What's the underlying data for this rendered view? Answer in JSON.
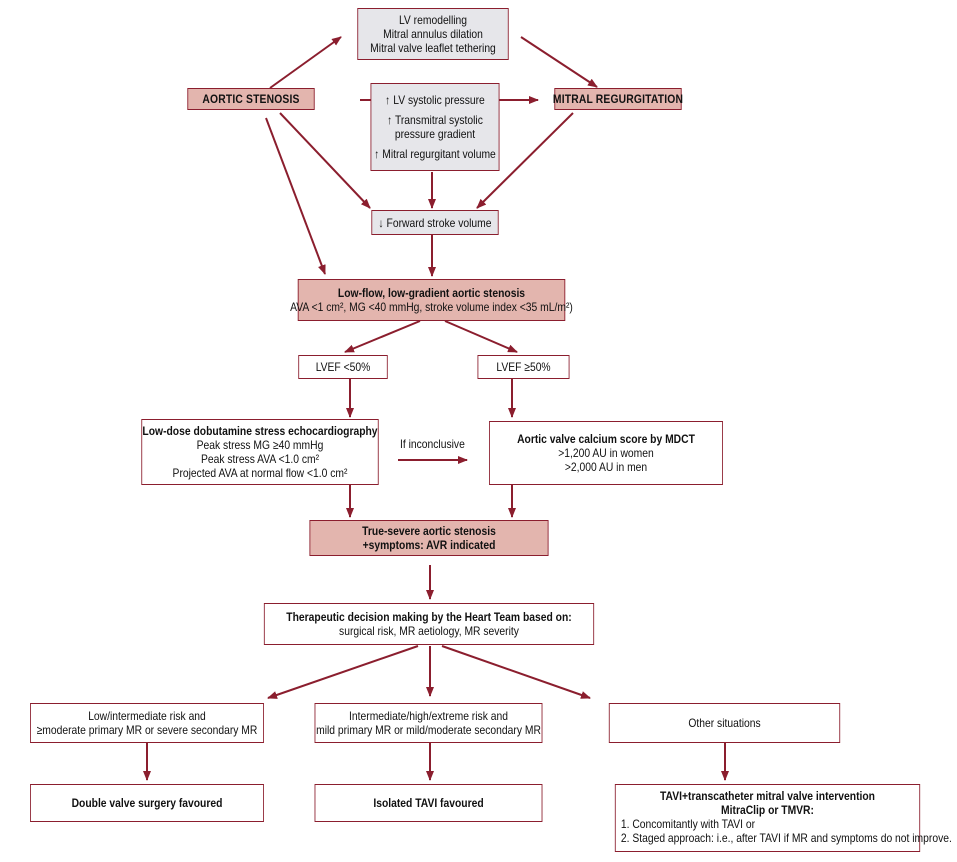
{
  "colors": {
    "arrow": "#8b1e2e",
    "border": "#8b1e2e",
    "grey_fill": "#e6e6ea",
    "pink_fill": "#e3b5ae"
  },
  "remodelling": [
    "LV remodelling",
    "Mitral annulus dilation",
    "Mitral valve leaflet tethering"
  ],
  "aortic_stenosis": "AORTIC STENOSIS",
  "mitral_regurgitation": "MITRAL REGURGITATION",
  "pressure": {
    "lv_systolic": "↑ LV systolic pressure",
    "transmitral_1": "↑ Transmitral systolic",
    "transmitral_2": "pressure gradient",
    "regurgitant": "↑ Mitral regurgitant volume"
  },
  "forward_stroke": "↓ Forward stroke volume",
  "lflg": {
    "title": "Low-flow, low-gradient aortic stenosis",
    "criteria": "AVA <1 cm², MG <40 mmHg, stroke volume index <35 mL/m²)"
  },
  "lvef_low": "LVEF <50%",
  "lvef_high": "LVEF ≥50%",
  "dobutamine": {
    "title": "Low-dose dobutamine stress echocardiography",
    "items": [
      "Peak stress MG ≥40 mmHg",
      "Peak stress AVA <1.0 cm²",
      "Projected AVA at normal flow <1.0 cm²"
    ]
  },
  "if_inconclusive": "If inconclusive",
  "calcium": {
    "title": "Aortic valve calcium score by MDCT",
    "items": [
      ">1,200 AU in women",
      ">2,000 AU in men"
    ]
  },
  "true_severe": [
    "True-severe aortic stenosis",
    "+symptoms: AVR indicated"
  ],
  "heart_team": {
    "title": "Therapeutic decision making by the Heart Team based on:",
    "subtitle": "surgical risk, MR aetiology, MR severity"
  },
  "option_low": [
    "Low/intermediate risk and",
    "≥moderate primary MR or severe secondary MR"
  ],
  "option_high": [
    "Intermediate/high/extreme risk and",
    "mild primary MR or mild/moderate secondary MR"
  ],
  "option_other": "Other situations",
  "outcome_low": "Double valve surgery favoured",
  "outcome_high": "Isolated TAVI favoured",
  "outcome_other": {
    "title_1": "TAVI+transcatheter mitral valve intervention",
    "title_2": "MitraClip or TMVR:",
    "items": [
      "1. Concomitantly with TAVI or",
      "2. Staged approach: i.e., after TAVI if MR and symptoms do not improve."
    ]
  }
}
